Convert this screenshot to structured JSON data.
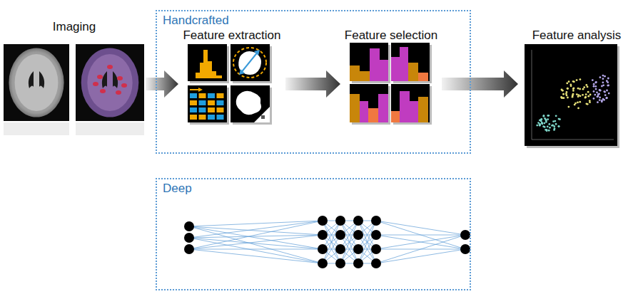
{
  "diagram": {
    "nodes": [
      {
        "text": [
          "Imaging"
        ]
      },
      {
        "text": [
          "Handcrafted"
        ]
      },
      {
        "text": [
          "Feature extraction"
        ],
        "in": 1
      },
      {
        "text": [
          "Feature selection"
        ],
        "in": 1
      },
      {
        "text": [
          "Feature analysis"
        ]
      },
      {
        "text": [
          "Deep"
        ]
      }
    ],
    "edges": [
      {
        "from": 0,
        "to": 2,
        "arrow": "to"
      },
      {
        "from": 2,
        "to": 3,
        "arrow": "to"
      },
      {
        "from": 3,
        "to": 4,
        "arrow": "to"
      }
    ]
  }
}
